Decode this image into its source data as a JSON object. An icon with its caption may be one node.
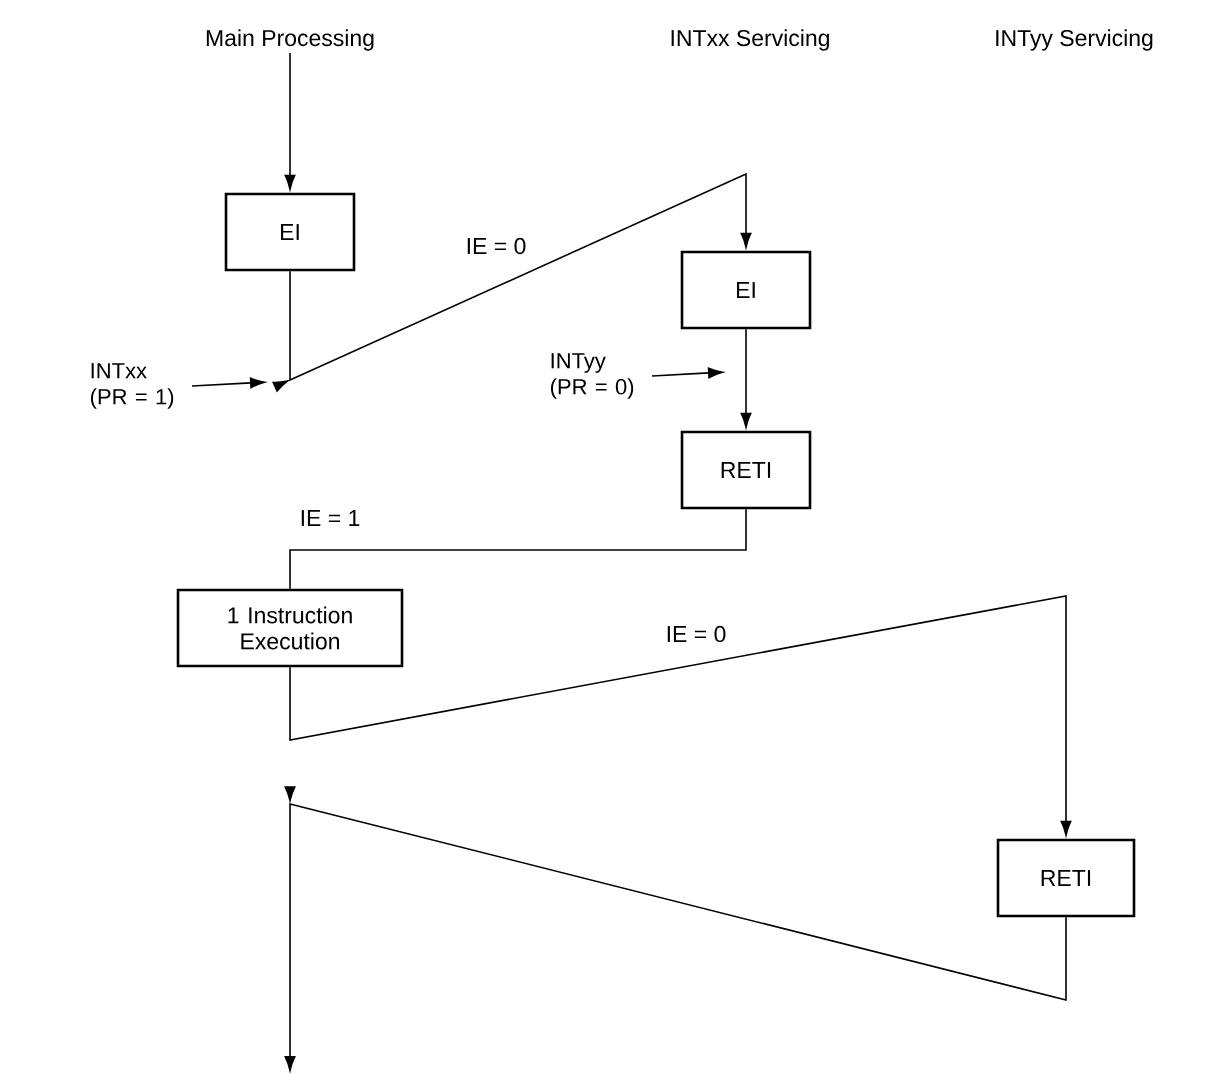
{
  "diagram": {
    "nodes": [
      {
        "text": [
          "Main Processing"
        ]
      },
      {
        "text": [
          "INTxx Servicing"
        ]
      },
      {
        "text": [
          "INTyy Servicing"
        ]
      },
      {
        "text": [
          "EI"
        ]
      },
      {
        "text": [
          "EI"
        ]
      },
      {
        "text": [
          "RETI"
        ]
      },
      {
        "text": [
          "1 Instruction Execution"
        ]
      },
      {
        "text": [
          "RETI"
        ]
      },
      {
        "text": [
          "INTxx (PR = 1)"
        ]
      },
      {
        "text": [
          "INTyy (PR = 0)"
        ]
      }
    ],
    "edges": [
      {
        "from": 0,
        "to": 3,
        "arrow": "to"
      },
      {
        "from": 3,
        "to": 4,
        "arrow": "to",
        "label": "IE = 0"
      },
      {
        "from": 4,
        "to": 5,
        "arrow": "to"
      },
      {
        "from": 5,
        "to": 6,
        "arrow": "none",
        "label": "IE = 1"
      },
      {
        "from": 6,
        "to": 7,
        "arrow": "to",
        "label": "IE = 0"
      },
      {
        "from": 7,
        "to": null,
        "arrow": "to"
      },
      {
        "from": 8,
        "to": null,
        "arrow": "to"
      },
      {
        "from": 9,
        "to": null,
        "arrow": "to"
      }
    ]
  }
}
